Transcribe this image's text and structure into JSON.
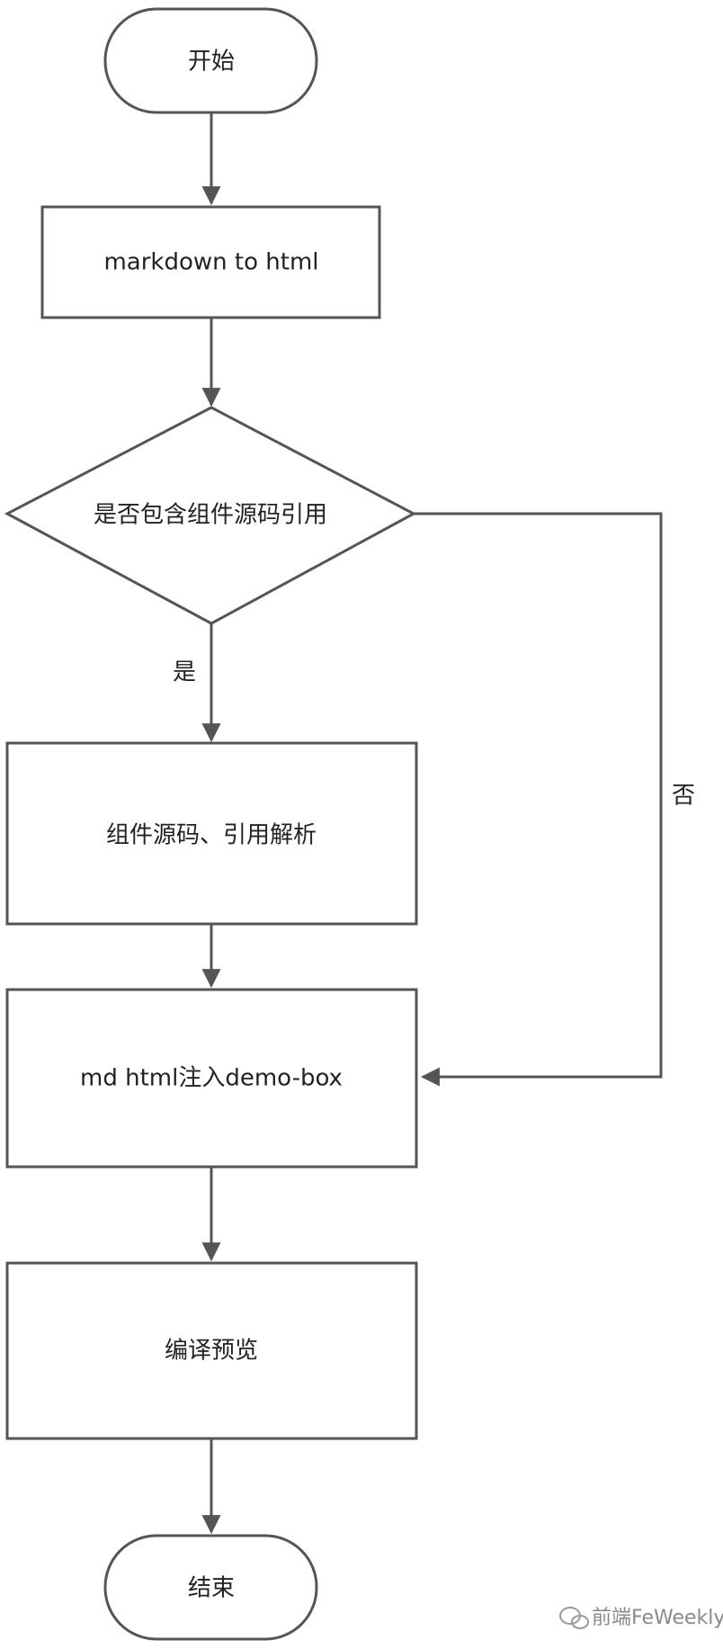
{
  "flowchart": {
    "nodes": {
      "start": "开始",
      "convert": "markdown to html",
      "decision": "是否包含组件源码引用",
      "parse": "组件源码、引用解析",
      "inject": "md html注入demo-box",
      "preview": "编译预览",
      "end": "结束"
    },
    "edges": {
      "yes": "是",
      "no": "否"
    }
  },
  "watermark": {
    "text": "前端FeWeekly",
    "icon": "wechat-icon"
  },
  "colors": {
    "stroke": "#555555",
    "text": "#222222",
    "background": "#ffffff"
  }
}
